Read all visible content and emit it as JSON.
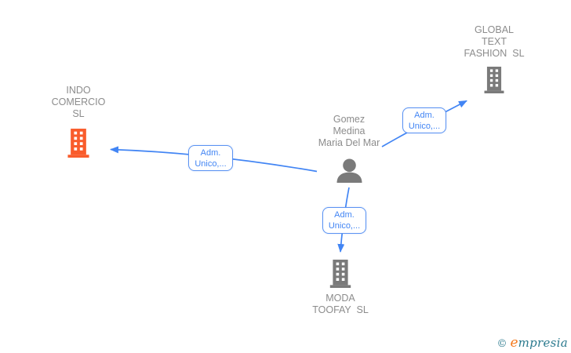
{
  "diagram": {
    "type": "corporate-relationship-graph",
    "nodes": {
      "global": {
        "line1": "GLOBAL",
        "line2": "TEXT",
        "line3": "FASHION  SL",
        "kind": "company",
        "icon": "building-icon",
        "icon_color": "#7A7A7A"
      },
      "indo": {
        "line1": "INDO",
        "line2": "COMERCIO",
        "line3": "SL",
        "kind": "company",
        "icon": "building-icon",
        "icon_color": "#F95C2C"
      },
      "person": {
        "line1": "Gomez",
        "line2": "Medina",
        "line3": "Maria Del Mar",
        "kind": "person",
        "icon": "person-icon",
        "icon_color": "#7A7A7A"
      },
      "moda": {
        "line1": "MODA",
        "line2": "TOOFAY  SL",
        "kind": "company",
        "icon": "building-icon",
        "icon_color": "#7A7A7A"
      }
    },
    "edges": [
      {
        "from": "Gomez Medina Maria Del Mar",
        "to": "INDO COMERCIO SL",
        "label_line1": "Adm.",
        "label_line2": "Unico,..."
      },
      {
        "from": "Gomez Medina Maria Del Mar",
        "to": "GLOBAL TEXT FASHION SL",
        "label_line1": "Adm.",
        "label_line2": "Unico,..."
      },
      {
        "from": "Gomez Medina Maria Del Mar",
        "to": "MODA TOOFAY SL",
        "label_line1": "Adm.",
        "label_line2": "Unico,..."
      }
    ],
    "colors": {
      "edge_blue": "#4285F4",
      "node_gray": "#7A7A7A",
      "label_text_gray": "#8C8C8C",
      "highlight_orange": "#F95C2C",
      "logo_teal": "#2B7A8E",
      "logo_orange": "#F47B20"
    }
  },
  "watermark": {
    "copyright_symbol": "©",
    "brand_initial": "e",
    "brand_rest": "mpresia"
  }
}
